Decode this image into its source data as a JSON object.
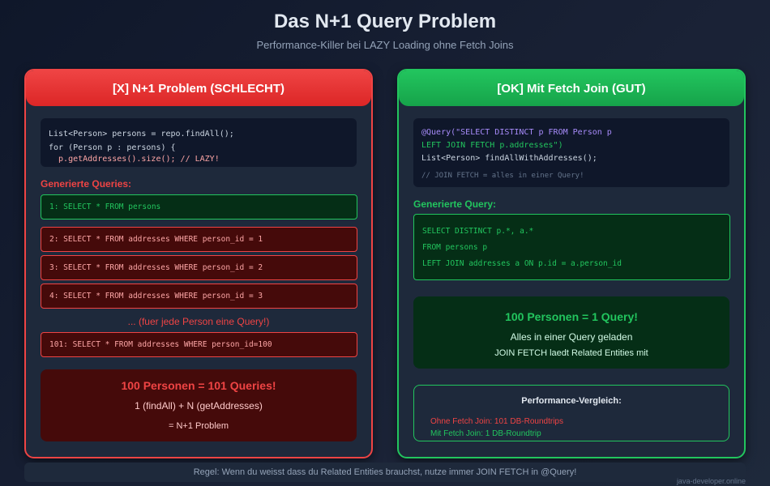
{
  "header": {
    "title": "Das N+1 Query Problem",
    "subtitle": "Performance-Killer bei LAZY Loading ohne Fetch Joins"
  },
  "bad_panel": {
    "title": "[X] N+1 Problem (SCHLECHT)",
    "code": [
      "List<Person> persons = repo.findAll();",
      "for (Person p : persons) {",
      "  p.getAddresses().size(); // LAZY!"
    ],
    "queries_label": "Generierte Queries:",
    "queries": [
      {
        "text": "1: SELECT * FROM persons",
        "status": "ok"
      },
      {
        "text": "2: SELECT * FROM addresses WHERE person_id = 1",
        "status": "err"
      },
      {
        "text": "3: SELECT * FROM addresses WHERE person_id = 2",
        "status": "err"
      },
      {
        "text": "4: SELECT * FROM addresses WHERE person_id = 3",
        "status": "err"
      }
    ],
    "ellipsis": "... (fuer jede Person eine Query!)",
    "last_query": "101: SELECT * FROM addresses WHERE person_id=100",
    "summary": {
      "title": "100 Personen = 101 Queries!",
      "line1": "1 (findAll) + N (getAddresses)",
      "line2": "= N+1 Problem"
    }
  },
  "good_panel": {
    "title": "[OK] Mit Fetch Join (GUT)",
    "code": [
      "@Query(\"SELECT DISTINCT p FROM Person p",
      "LEFT JOIN FETCH p.addresses\")",
      "List<Person> findAllWithAddresses();",
      "// JOIN FETCH = alles in einer Query!"
    ],
    "query_label": "Generierte Query:",
    "query_lines": [
      "SELECT DISTINCT p.*, a.*",
      "FROM persons p",
      "LEFT JOIN addresses a ON p.id = a.person_id"
    ],
    "summary": {
      "title": "100 Personen = 1 Query!",
      "line1": "Alles in einer Query geladen",
      "line2": "JOIN FETCH laedt Related Entities mit"
    },
    "comparison": {
      "title": "Performance-Vergleich:",
      "without": "Ohne Fetch Join: 101 DB-Roundtrips",
      "with": "Mit Fetch Join: 1 DB-Roundtrip"
    }
  },
  "footer": {
    "rule": "Regel: Wenn du weisst dass du Related Entities brauchst, nutze immer JOIN FETCH in @Query!",
    "watermark": "java-developer.online"
  },
  "colors": {
    "bad": "#ef4444",
    "good": "#22c55e",
    "background": "#0f172a",
    "panel": "#1e293b"
  }
}
